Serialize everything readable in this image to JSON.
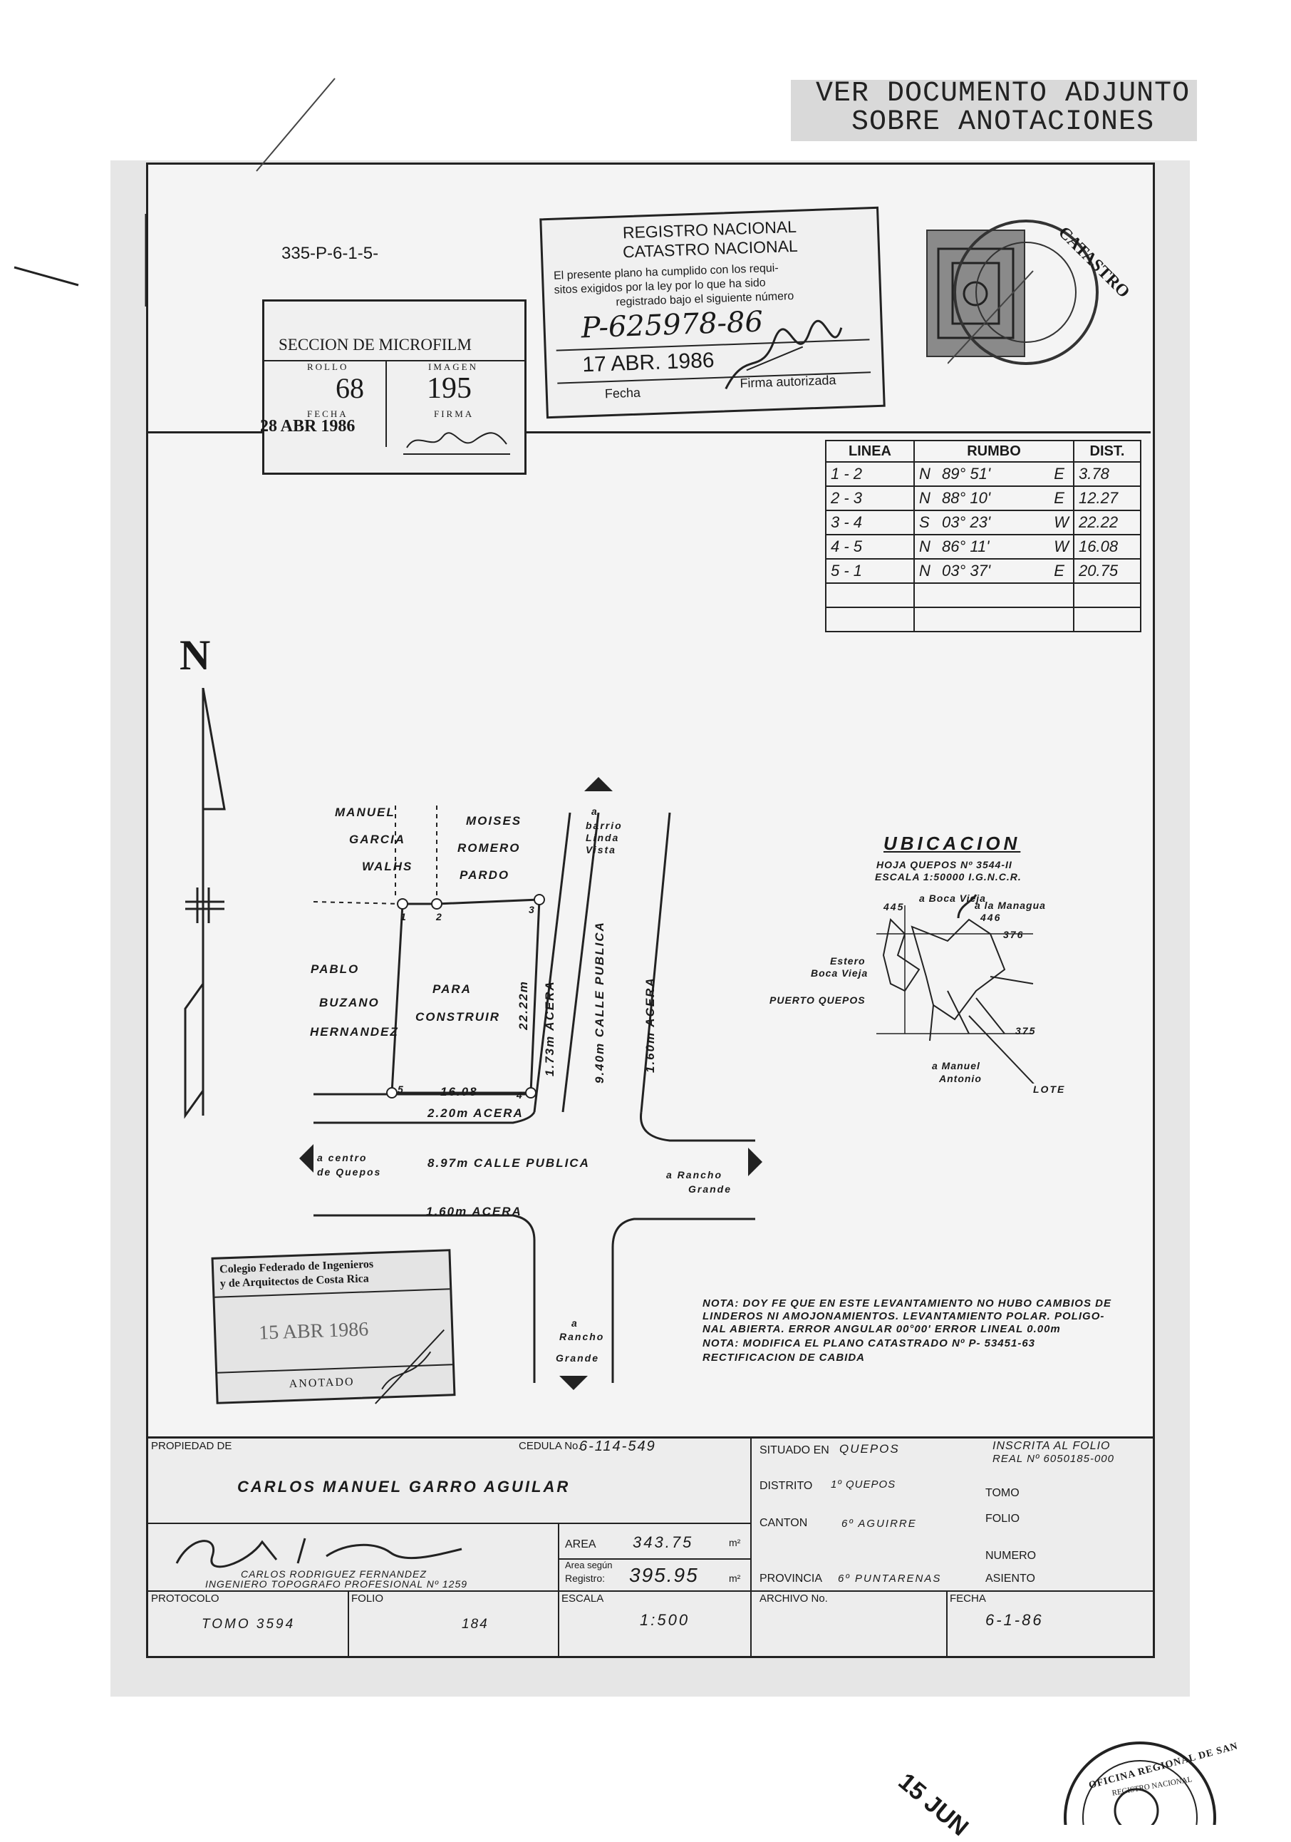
{
  "header_note": {
    "line1": "VER DOCUMENTO ADJUNTO",
    "line2": "SOBRE ANOTACIONES"
  },
  "plan_code": "335-P-6-1-5-",
  "microfilm_stamp": {
    "title": "SECCION DE MICROFILM",
    "rollo_label": "ROLLO",
    "rollo": "68",
    "imagen_label": "IMAGEN",
    "imagen": "195",
    "fecha_label": "FECHA",
    "fecha": "28 ABR 1986",
    "firma_label": "FIRMA"
  },
  "registro_stamp": {
    "title1": "REGISTRO NACIONAL",
    "title2": "CATASTRO NACIONAL",
    "text1": "El presente plano ha cumplido con los requi-",
    "text2": "sitos exigidos por la ley por lo que ha sido",
    "text3": "registrado bajo el siguiente número",
    "number": "P-625978-86",
    "date": "17 ABR. 1986",
    "fecha_label": "Fecha",
    "firma_label": "Firma autorizada"
  },
  "catastro_seal_text": "CATASTRO",
  "rumbo_table": {
    "headers": [
      "LINEA",
      "RUMBO",
      "DIST."
    ],
    "rows": [
      {
        "linea": "1 - 2",
        "ns": "N",
        "angle": "89° 51'",
        "ew": "E",
        "dist": "3.78"
      },
      {
        "linea": "2 - 3",
        "ns": "N",
        "angle": "88° 10'",
        "ew": "E",
        "dist": "12.27"
      },
      {
        "linea": "3 - 4",
        "ns": "S",
        "angle": "03° 23'",
        "ew": "W",
        "dist": "22.22"
      },
      {
        "linea": "4 - 5",
        "ns": "N",
        "angle": "86° 11'",
        "ew": "W",
        "dist": "16.08"
      },
      {
        "linea": "5 - 1",
        "ns": "N",
        "angle": "03° 37'",
        "ew": "E",
        "dist": "20.75"
      },
      {
        "linea": "",
        "ns": "",
        "angle": "",
        "ew": "",
        "dist": ""
      },
      {
        "linea": "",
        "ns": "",
        "angle": "",
        "ew": "",
        "dist": ""
      }
    ]
  },
  "north_label": "N",
  "plan": {
    "neighbor_north_1": [
      "MANUEL",
      "GARCIA",
      "WALHS"
    ],
    "neighbor_north_2": [
      "MOISES",
      "ROMERO",
      "PARDO"
    ],
    "neighbor_west": [
      "PABLO",
      "BUZANO",
      "HERNANDEZ"
    ],
    "lot_label": [
      "PARA",
      "CONSTRUIR"
    ],
    "to_north": [
      "a",
      "barrio",
      "Linda",
      "Vista"
    ],
    "dim_22": "22.22m",
    "acera_vert_1": "1.73m ACERA",
    "calle_vert": "9.40m CALLE PUBLICA",
    "acera_vert_2": "1.60m ACERA",
    "dim_1608": "16.08",
    "acera_h1": "2.20m ACERA",
    "calle_h": "8.97m CALLE PUBLICA",
    "acera_h2": "1.60m ACERA",
    "to_west": [
      "a centro",
      "de Quepos"
    ],
    "to_east": [
      "a  Rancho",
      "Grande"
    ],
    "to_south": [
      "a",
      "Rancho",
      "Grande"
    ],
    "points": [
      "1",
      "2",
      "3",
      "4",
      "5"
    ]
  },
  "ubicacion": {
    "title": "UBICACION",
    "line1": "HOJA QUEPOS Nº 3544-II",
    "line2": "ESCALA 1:50000 I.G.N.C.R.",
    "boca_vieja": "a Boca Vieja",
    "managua": "a la Managua",
    "n445": "445",
    "n446": "446",
    "n376": "376",
    "n375": "375",
    "estero": [
      "Estero",
      "Boca Vieja"
    ],
    "puerto": "PUERTO QUEPOS",
    "manuel_antonio": [
      "a Manuel",
      "Antonio"
    ],
    "lote": "LOTE"
  },
  "colegio_stamp": {
    "line1": "Colegio Federado de Ingenieros",
    "line2": "y de Arquitectos de Costa Rica",
    "date": "15 ABR 1986",
    "anotado": "ANOTADO"
  },
  "nota": {
    "line1": "NOTA: DOY FE QUE EN ESTE LEVANTAMIENTO NO HUBO CAMBIOS DE",
    "line2": "LINDEROS NI AMOJONAMIENTOS. LEVANTAMIENTO POLAR. POLIGO-",
    "line3": "NAL ABIERTA. ERROR ANGULAR 00°00' ERROR LINEAL 0.00m",
    "line4": "NOTA: MODIFICA EL PLANO CATASTRADO Nº P- 53451-63",
    "line5": "RECTIFICACION DE CABIDA"
  },
  "title_block": {
    "propiedad_label": "PROPIEDAD DE",
    "cedula_label": "CEDULA No.",
    "cedula": "6-114-549",
    "owner": "CARLOS  MANUEL  GARRO  AGUILAR",
    "engineer_line1": "CARLOS  RODRIGUEZ  FERNANDEZ",
    "engineer_line2": "INGENIERO TOPOGRAFO  PROFESIONAL  Nº 1259",
    "area_label": "AREA",
    "area": "343.75",
    "area_unit": "m²",
    "area_reg_label1": "Area según",
    "area_reg_label2": "Registro:",
    "area_reg": "395.95",
    "situado_label": "SITUADO EN",
    "situado": "QUEPOS",
    "distrito_label": "DISTRITO",
    "distrito": "1º QUEPOS",
    "canton_label": "CANTON",
    "canton": "6º AGUIRRE",
    "provincia_label": "PROVINCIA",
    "provincia": "6º PUNTARENAS",
    "inscrita_line1": "INSCRITA AL FOLIO",
    "inscrita_line2": "REAL Nº 6050185-000",
    "tomo_label": "TOMO",
    "folio_label": "FOLIO",
    "numero_label": "NUMERO",
    "asiento_label": "ASIENTO",
    "protocolo_label": "PROTOCOLO",
    "protocolo": "TOMO   3594",
    "folio2_label": "FOLIO",
    "folio2": "184",
    "escala_label": "ESCALA",
    "escala": "1:500",
    "archivo_label": "ARCHIVO No.",
    "fecha_label": "FECHA",
    "fecha": "6-1-86"
  },
  "bottom_stamp": {
    "date": "15 JUN",
    "seal_text": "OFICINA REGIONAL DE SAN",
    "seal_sub": "REGISTRO NACIONAL"
  }
}
